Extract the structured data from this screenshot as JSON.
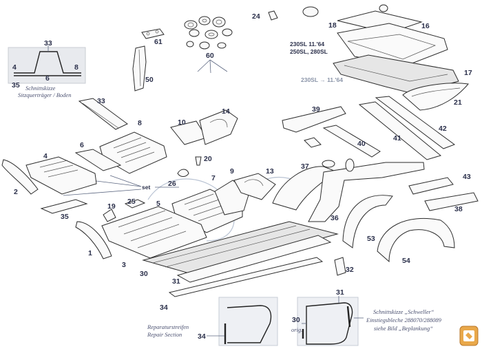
{
  "parts": {
    "p1": "1",
    "p2": "2",
    "p3": "3",
    "p4": "4",
    "p5": "5",
    "p6": "6",
    "p7": "7",
    "p8": "8",
    "p9": "9",
    "p10": "10",
    "p13": "13",
    "p14": "14",
    "p16": "16",
    "p17": "17",
    "p18": "18",
    "p19": "19",
    "p20": "20",
    "p21": "21",
    "p24": "24",
    "p25": "25",
    "p26": "26",
    "p30": "30",
    "p31": "31",
    "p32": "32",
    "p33": "33",
    "p34": "34",
    "p35": "35",
    "p36": "36",
    "p37": "37",
    "p38": "38",
    "p39": "39",
    "p40": "40",
    "p41": "41",
    "p42": "42",
    "p43": "43",
    "p50": "50",
    "p53": "53",
    "p54": "54",
    "p60": "60",
    "p61": "61"
  },
  "inset_top_left": {
    "n33": "33",
    "n4": "4",
    "n6": "6",
    "n8": "8",
    "n35": "35",
    "caption_line1": "Schnittskizze",
    "caption_line2": "Sitzquerträger / Boden"
  },
  "model_notes": {
    "line1": "230SL 11.'64",
    "line2": "250SL, 280SL",
    "line3": "230SL → 11.'64"
  },
  "set_label": "set",
  "repair_note": {
    "line1": "Reparaturstreifen",
    "line2": "Repair Section",
    "number": "34"
  },
  "sill_inset": {
    "n31": "31",
    "n30": "30",
    "orig": "orig."
  },
  "sill_note": {
    "line1": "Schnittskizze „Schweller“",
    "line2": "Einstiegsbleche 288070/288089",
    "line3": "siehe Bild „Beplankung“"
  }
}
